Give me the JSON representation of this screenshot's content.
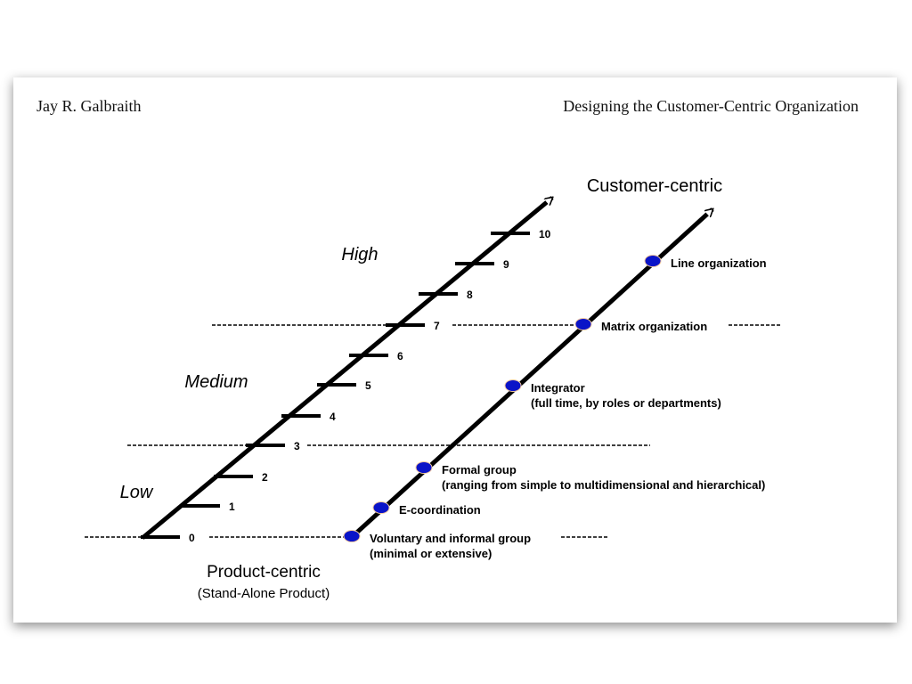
{
  "header": {
    "author": "Jay R. Galbraith",
    "title": "Designing the Customer-Centric Organization"
  },
  "diagram": {
    "top_label": "Customer-centric",
    "bottom_label": "Product-centric",
    "bottom_sublabel": "(Stand-Alone Product)",
    "levels": [
      "Low",
      "Medium",
      "High"
    ],
    "scale": [
      "0",
      "1",
      "2",
      "3",
      "4",
      "5",
      "6",
      "7",
      "8",
      "9",
      "10"
    ],
    "structures": [
      {
        "name": "Voluntary and informal group",
        "detail": "(minimal or extensive)"
      },
      {
        "name": "E-coordination",
        "detail": ""
      },
      {
        "name": "Formal group",
        "detail": "(ranging from simple to multidimensional and hierarchical)"
      },
      {
        "name": "Integrator",
        "detail": "(full time, by roles or departments)"
      },
      {
        "name": "Matrix organization",
        "detail": ""
      },
      {
        "name": "Line organization",
        "detail": ""
      }
    ],
    "dot_color": "#0a14c8"
  }
}
